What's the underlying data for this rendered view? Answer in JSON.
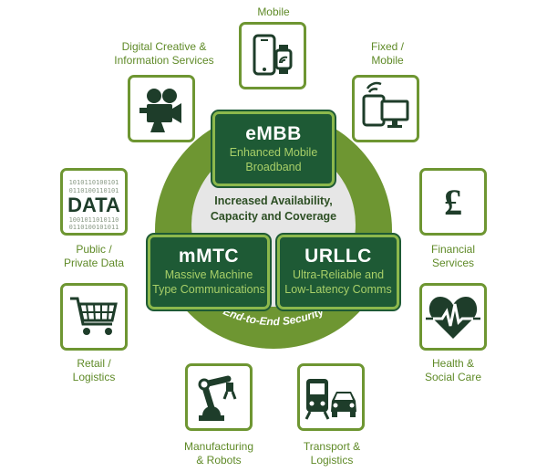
{
  "core": {
    "embb": {
      "title": "eMBB",
      "subtitle_1": "Enhanced Mobile",
      "subtitle_2": "Broadband"
    },
    "mmtc": {
      "title": "mMTC",
      "subtitle_1": "Massive Machine",
      "subtitle_2": "Type Communications"
    },
    "urllc": {
      "title": "URLLC",
      "subtitle_1": "Ultra-Reliable and",
      "subtitle_2": "Low-Latency Comms"
    },
    "center_1": "Increased Availability,",
    "center_2": "Capacity and Coverage",
    "security": "End-to-End Security"
  },
  "tiles": {
    "mobile": {
      "line1": "Mobile",
      "icon": "smartphone-watch-icon"
    },
    "digital": {
      "line1": "Digital Creative &",
      "line2": "Information Services",
      "icon": "film-camera-icon"
    },
    "fixed": {
      "line1": "Fixed /",
      "line2": "Mobile",
      "icon": "tablet-monitor-icon"
    },
    "data": {
      "line1": "Public /",
      "line2": "Private Data",
      "icon": "data-icon",
      "icon_text": "DATA"
    },
    "financial": {
      "line1": "Financial",
      "line2": "Services",
      "icon": "pound-sign-icon",
      "icon_text": "£"
    },
    "retail": {
      "line1": "Retail /",
      "line2": "Logistics",
      "icon": "shopping-cart-icon"
    },
    "health": {
      "line1": "Health &",
      "line2": "Social Care",
      "icon": "heart-pulse-icon"
    },
    "manufacturing": {
      "line1": "Manufacturing",
      "line2": "& Robots",
      "icon": "robot-arm-icon"
    },
    "transport": {
      "line1": "Transport &",
      "line2": "Logistics",
      "icon": "train-car-icon"
    }
  },
  "colors": {
    "accent_green": "#6e9632",
    "dark_green": "#1e5a35",
    "light_green": "#8cb84c",
    "center_grey": "#e6e6e6"
  }
}
